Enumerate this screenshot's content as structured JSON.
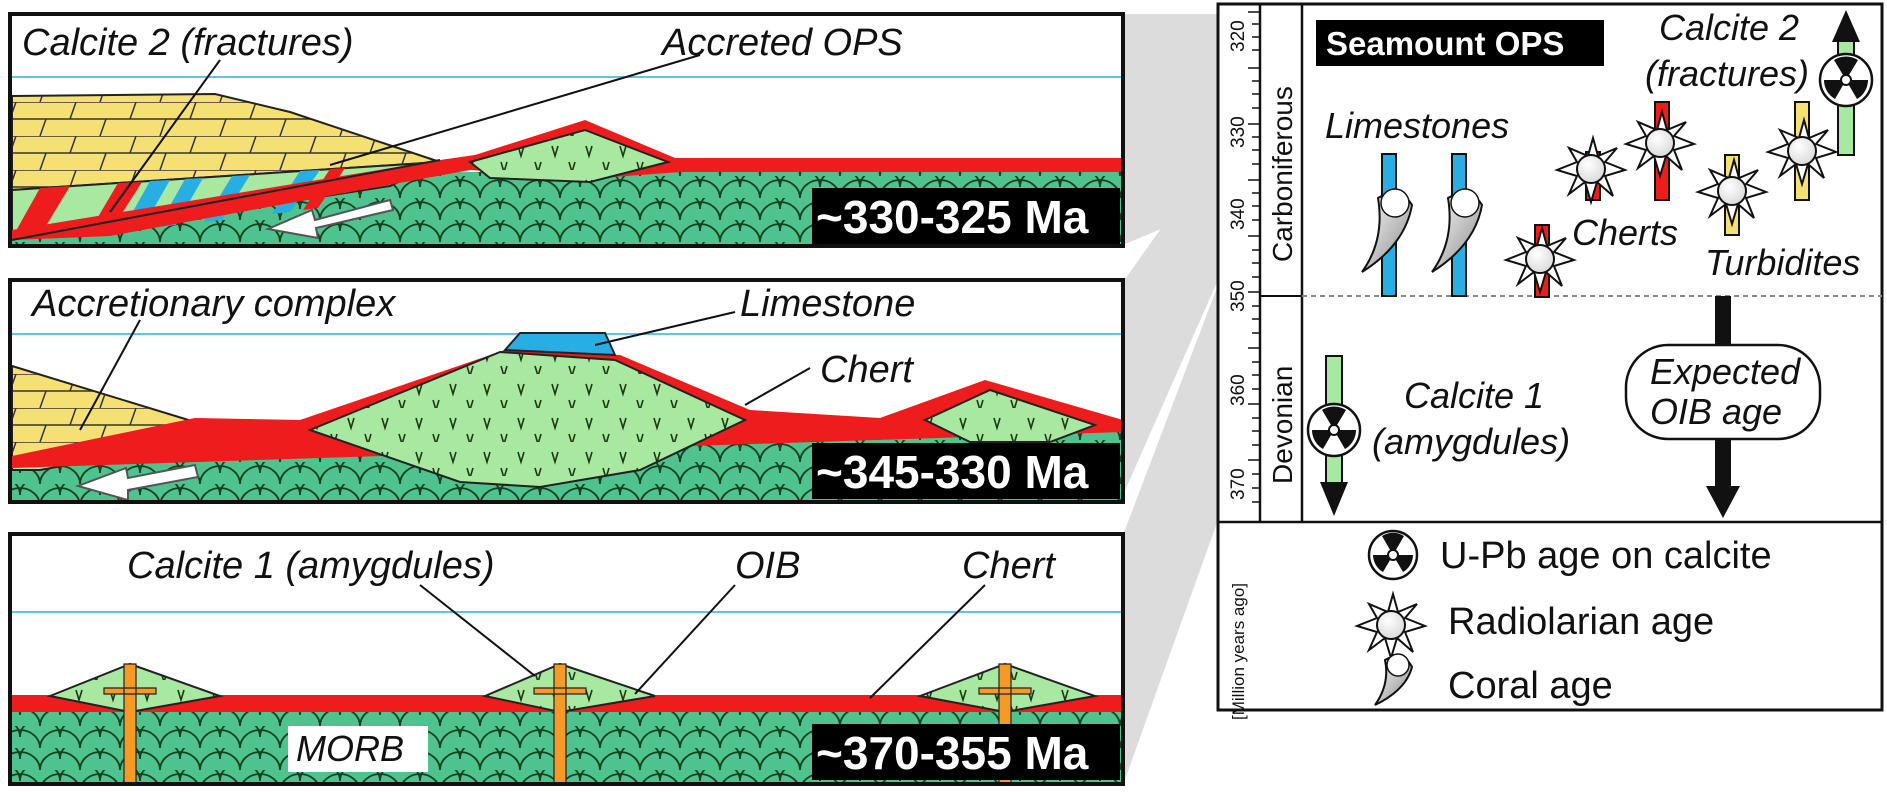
{
  "panels": {
    "top": {
      "age": "~330-325 Ma",
      "labels": [
        "Calcite 2 (fractures)",
        "Accreted OPS"
      ]
    },
    "middle": {
      "age": "~345-330 Ma",
      "labels": [
        "Accretionary complex",
        "Limestone",
        "Chert"
      ]
    },
    "bottom": {
      "age": "~370-355 Ma",
      "labels": [
        "Calcite 1 (amygdules)",
        "OIB",
        "Chert",
        "MORB"
      ]
    }
  },
  "timeline": {
    "title": "Seamount OPS",
    "periods": [
      "Carboniferous",
      "Devonian"
    ],
    "ticks": [
      "320",
      "330",
      "340",
      "350",
      "360",
      "370"
    ],
    "axis_label": "[Million years ago]",
    "labels": {
      "calcite2": [
        "Calcite 2",
        "(fractures)"
      ],
      "limestones": "Limestones",
      "cherts": "Cherts",
      "turbidites": "Turbidites",
      "calcite1": [
        "Calcite 1",
        "(amygdules)"
      ],
      "expected": [
        "Expected",
        "OIB age"
      ]
    }
  },
  "legend": {
    "items": [
      "U-Pb age on calcite",
      "Radiolarian age",
      "Coral age"
    ]
  },
  "colors": {
    "oceanic_crust": "#4fc38f",
    "oib": "#a8e8a0",
    "chert": "#ee1c1c",
    "limestone": "#29aee3",
    "turbidite": "#f5e173",
    "feeder": "#f49a25",
    "waterline": "#5cc6ea"
  }
}
